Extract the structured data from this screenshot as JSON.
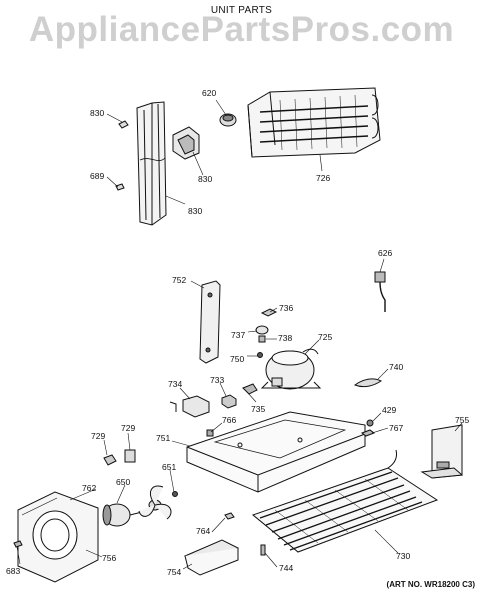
{
  "header": {
    "title": "UNIT PARTS"
  },
  "watermark": "AppliancePartsPros.com",
  "art_number": "(ART NO. WR18200 C3)",
  "callouts": {
    "c830a": "830",
    "c830b": "830",
    "c830c": "830",
    "c689": "689",
    "c620": "620",
    "c726": "726",
    "c626": "626",
    "c752": "752",
    "c736": "736",
    "c737": "737",
    "c738": "738",
    "c725": "725",
    "c750": "750",
    "c740": "740",
    "c734": "734",
    "c733": "733",
    "c735": "735",
    "c429": "429",
    "c767": "767",
    "c755": "755",
    "c729a": "729",
    "c729b": "729",
    "c751": "751",
    "c766": "766",
    "c762": "762",
    "c650": "650",
    "c651": "651",
    "c764": "764",
    "c756": "756",
    "c730": "730",
    "c754": "754",
    "c744": "744",
    "c683": "683"
  }
}
